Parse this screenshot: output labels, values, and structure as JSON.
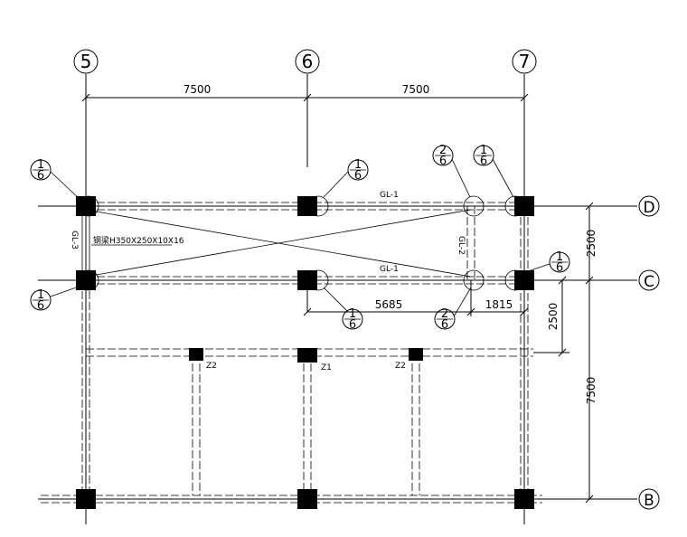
{
  "drawing": {
    "grid_axes": {
      "vertical": [
        "5",
        "6",
        "7"
      ],
      "horizontal": [
        "D",
        "C",
        "B"
      ]
    },
    "dimensions": {
      "top_span_1": "7500",
      "top_span_2": "7500",
      "right_dc": "2500",
      "right_c_z": "2500",
      "right_bottom": "7500",
      "mid_left": "5685",
      "mid_right": "1815"
    },
    "beam_labels": {
      "gl1_top": "GL-1",
      "gl1_mid": "GL-1",
      "gl2": "GL-2",
      "gl3": "GL-3",
      "steel_beam": "钢梁H350X250X10X16"
    },
    "column_labels": {
      "z2_left": "Z2",
      "z1": "Z1",
      "z2_right": "Z2"
    },
    "detail_refs": [
      {
        "num": "1",
        "den": "6"
      },
      {
        "num": "1",
        "den": "6"
      },
      {
        "num": "2",
        "den": "6"
      },
      {
        "num": "1",
        "den": "6"
      },
      {
        "num": "1",
        "den": "6"
      },
      {
        "num": "1",
        "den": "6"
      },
      {
        "num": "1",
        "den": "6"
      },
      {
        "num": "2",
        "den": "6"
      }
    ]
  }
}
